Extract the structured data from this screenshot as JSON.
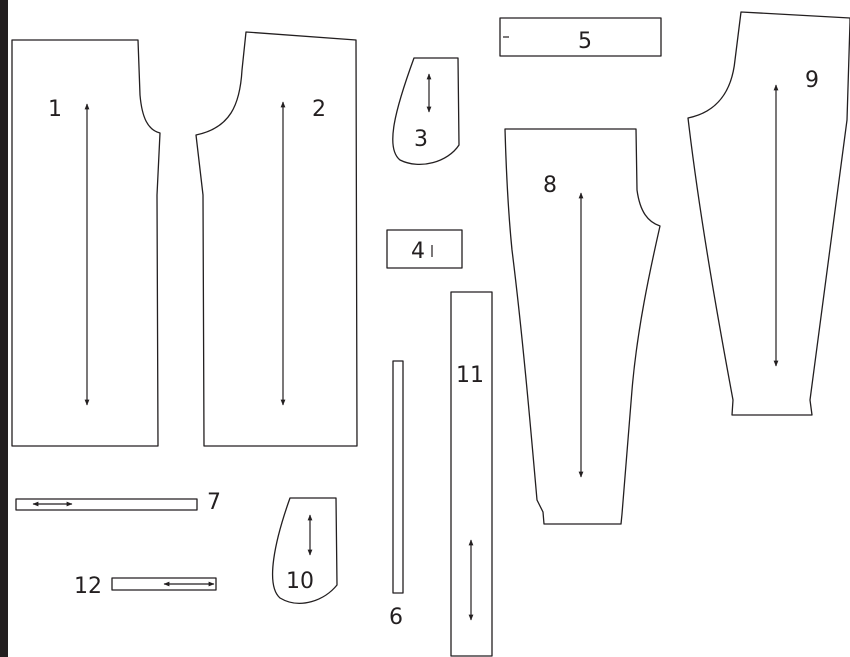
{
  "diagram": {
    "colors": {
      "ink": "#231f20",
      "background": "#ffffff",
      "frame_bar": "#231f20"
    },
    "pieces": [
      {
        "id": "piece-1",
        "label": "1"
      },
      {
        "id": "piece-2",
        "label": "2"
      },
      {
        "id": "piece-3",
        "label": "3"
      },
      {
        "id": "piece-4",
        "label": "4"
      },
      {
        "id": "piece-5",
        "label": "5"
      },
      {
        "id": "piece-6",
        "label": "6"
      },
      {
        "id": "piece-7",
        "label": "7"
      },
      {
        "id": "piece-8",
        "label": "8"
      },
      {
        "id": "piece-9",
        "label": "9"
      },
      {
        "id": "piece-10",
        "label": "10"
      },
      {
        "id": "piece-11",
        "label": "11"
      },
      {
        "id": "piece-12",
        "label": "12"
      }
    ]
  }
}
